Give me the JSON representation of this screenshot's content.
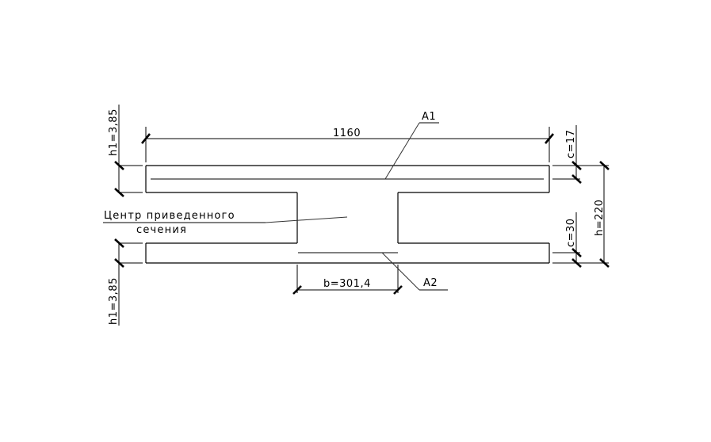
{
  "drawing": {
    "title": "Hollow-core slab reduced cross-section",
    "labels": {
      "top_width": "1160",
      "h1_top": "h1=3,85",
      "h1_bottom": "h1=3,85",
      "c_top": "c=17",
      "c_bottom": "c=30",
      "height": "h=220",
      "web_width": "b=301,4",
      "a1": "A1",
      "a2": "A2",
      "center_line1": "Центр приведенного",
      "center_line2": "сечения"
    },
    "colors": {
      "line": "#000000",
      "background": "#ffffff"
    }
  }
}
